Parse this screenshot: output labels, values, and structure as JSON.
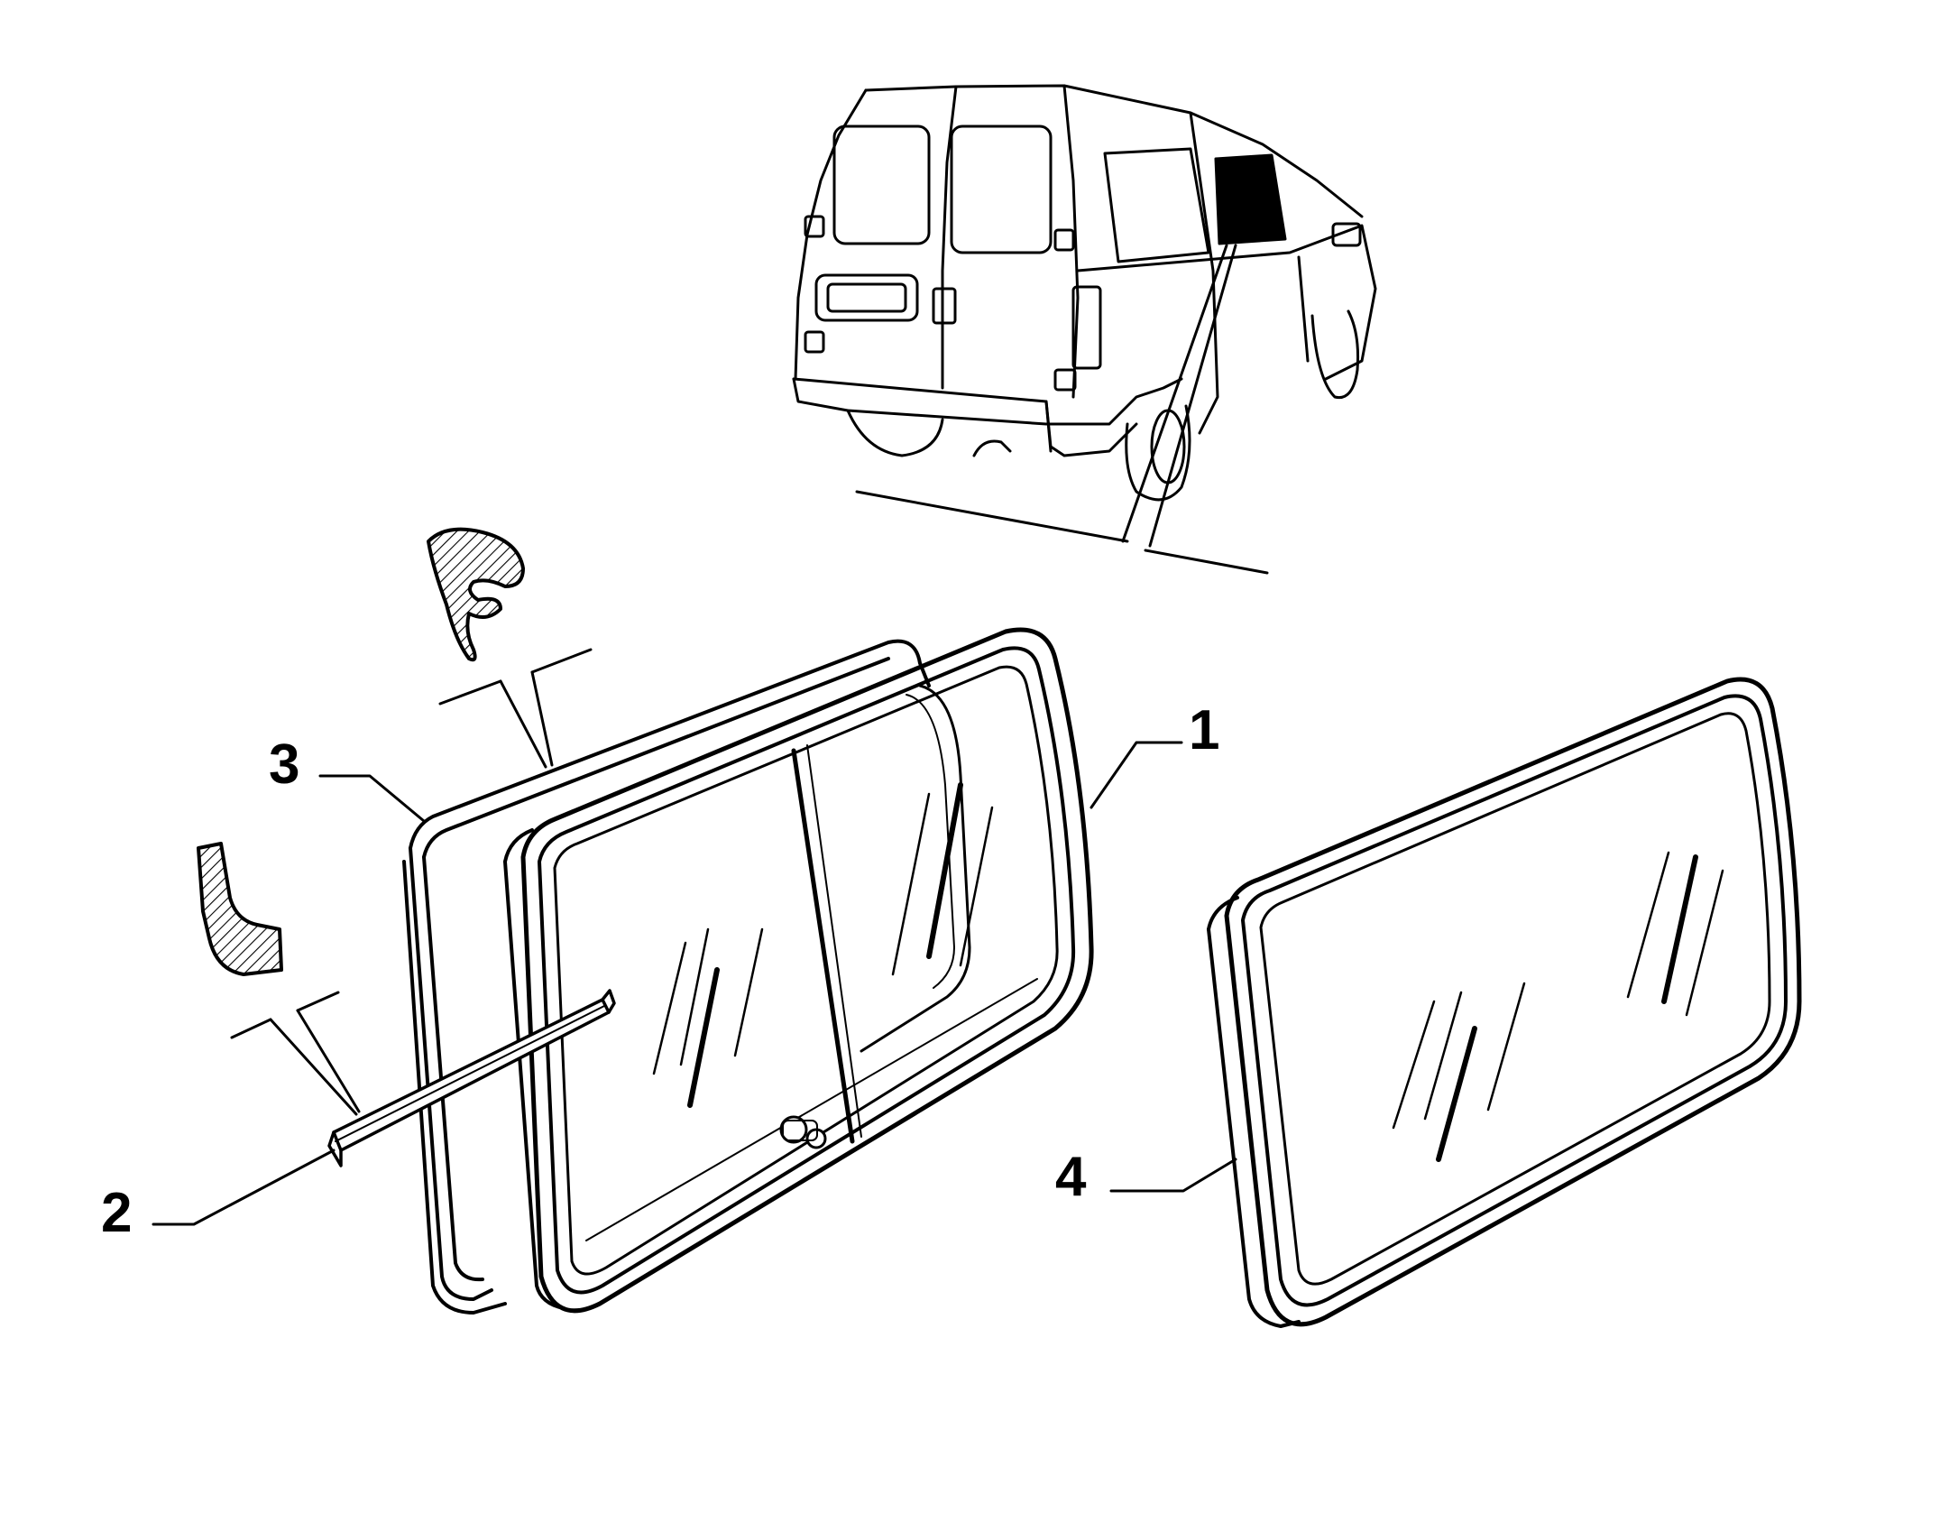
{
  "diagram": {
    "callouts": [
      {
        "id": "1",
        "label": "1"
      },
      {
        "id": "2",
        "label": "2"
      },
      {
        "id": "3",
        "label": "3"
      },
      {
        "id": "4",
        "label": "4"
      }
    ],
    "colors": {
      "ink": "#000000",
      "glass_highlight": "#000000",
      "background": "#ffffff"
    }
  }
}
